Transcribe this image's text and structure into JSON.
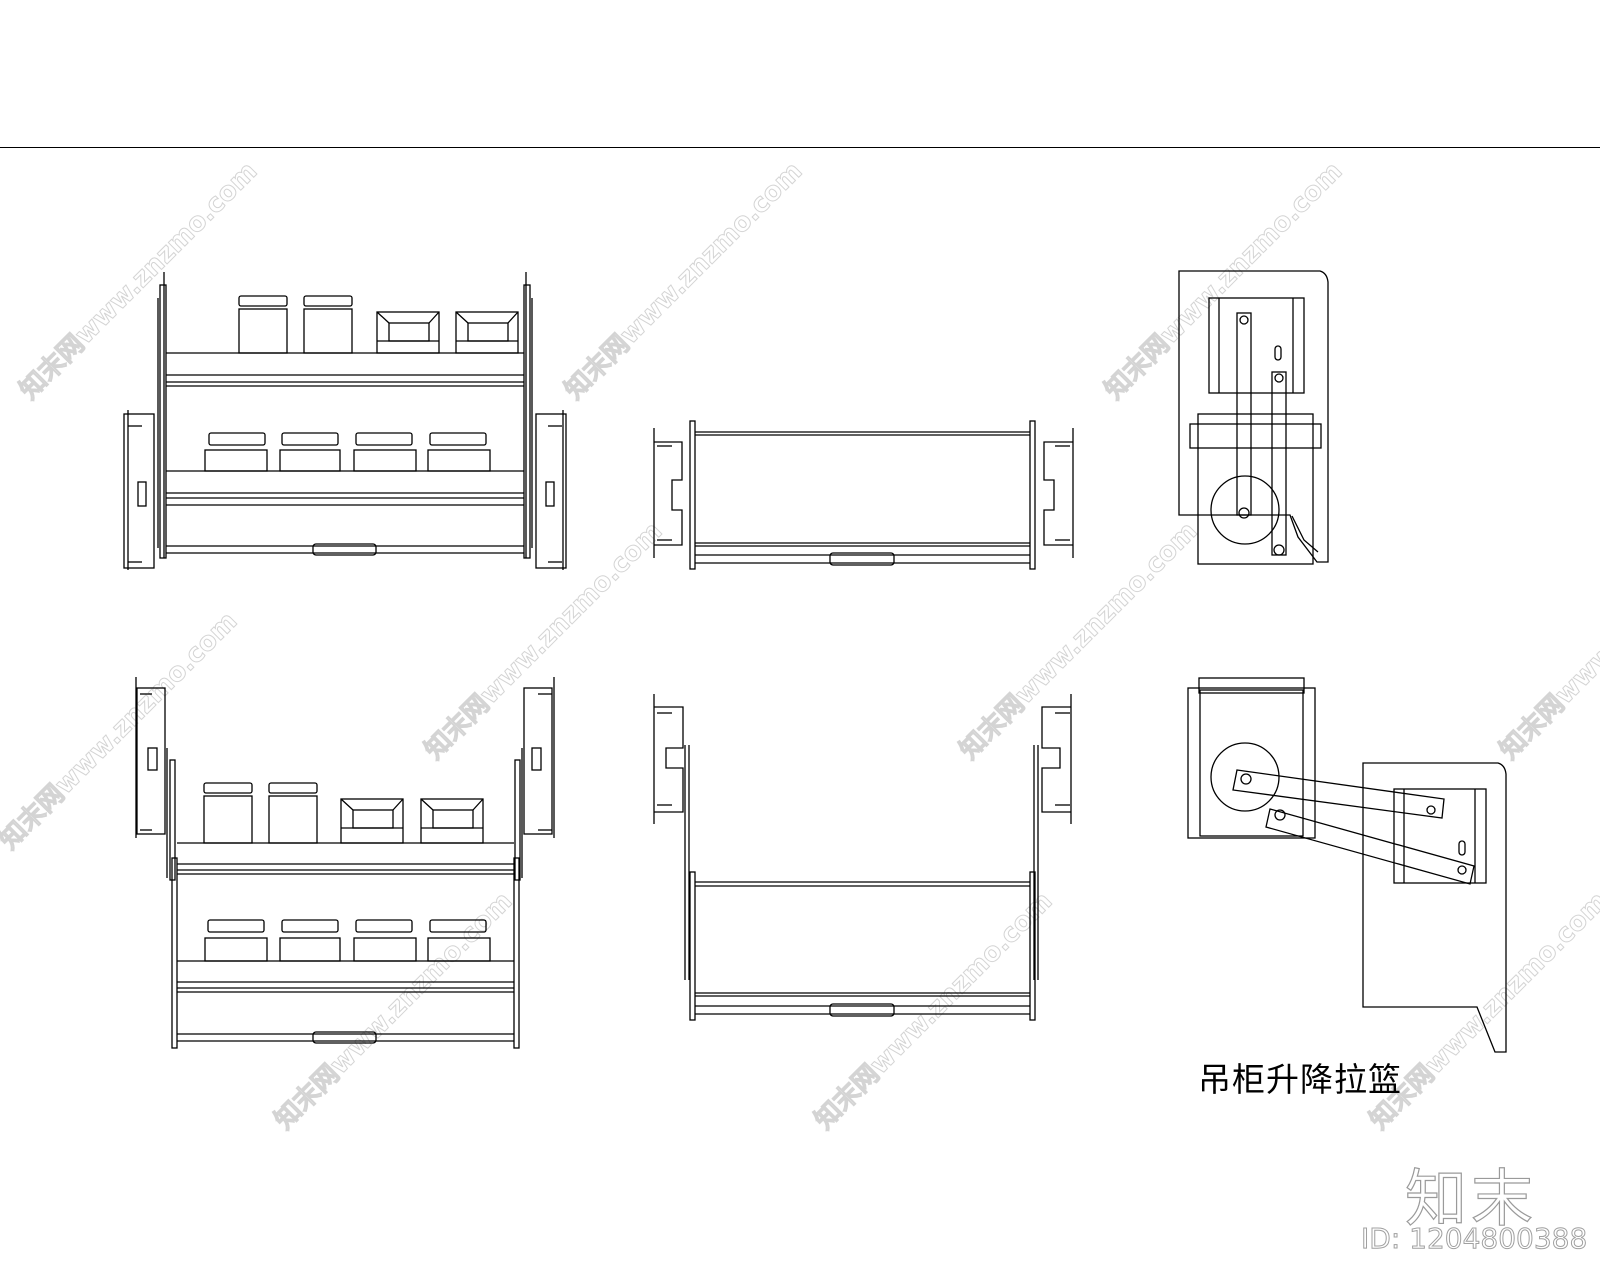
{
  "drawing": {
    "title": "吊柜升降拉篮",
    "views": [
      {
        "id": "front-raised-with-items",
        "label": "Front elevation, basket raised, two shelves with jars"
      },
      {
        "id": "front-raised-empty",
        "label": "Front elevation, basket raised, empty frame"
      },
      {
        "id": "side-raised",
        "label": "Side elevation, arms vertical (stowed)"
      },
      {
        "id": "front-lowered-with-items",
        "label": "Front elevation, basket lowered, two shelves with jars"
      },
      {
        "id": "front-lowered-empty",
        "label": "Front elevation, basket lowered, empty frame"
      },
      {
        "id": "side-lowered",
        "label": "Side elevation, arms extended (lowered)"
      }
    ],
    "upper_shelf_items": [
      "tall-jar",
      "tall-jar",
      "square-box",
      "square-box"
    ],
    "lower_shelf_items": [
      "short-jar",
      "short-jar",
      "short-jar",
      "short-jar"
    ]
  },
  "watermark": {
    "text": "知末网www.znzmo.com",
    "brand": "知末",
    "id_label": "ID: 1204800388"
  }
}
